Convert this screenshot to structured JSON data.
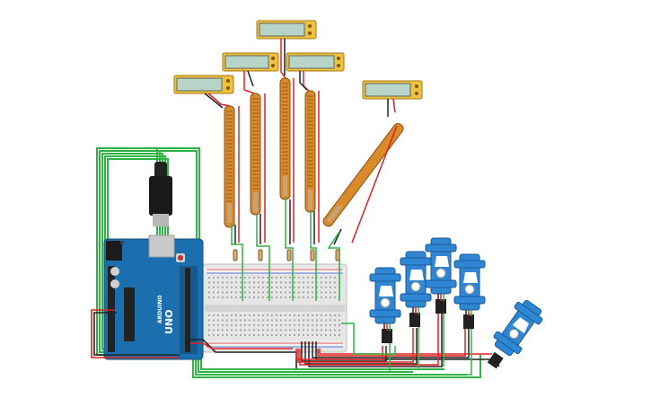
{
  "board": {
    "name_label": "UNO",
    "brand_label": "ARDUINO"
  },
  "colors": {
    "background": "#ffffff",
    "arduino_blue": "#1b6fae",
    "servo_blue": "#2f87d4",
    "wire_green": "#2fb344",
    "wire_red": "#e02020",
    "wire_black": "#222222",
    "flex_orange": "#d98a2a",
    "breadboard": "#e8e8e8",
    "lcd_green": "#b8d4c8",
    "lcd_frame": "#f0c040"
  },
  "components": {
    "flex_sensors": 5,
    "servos": 5,
    "displays": 5
  }
}
